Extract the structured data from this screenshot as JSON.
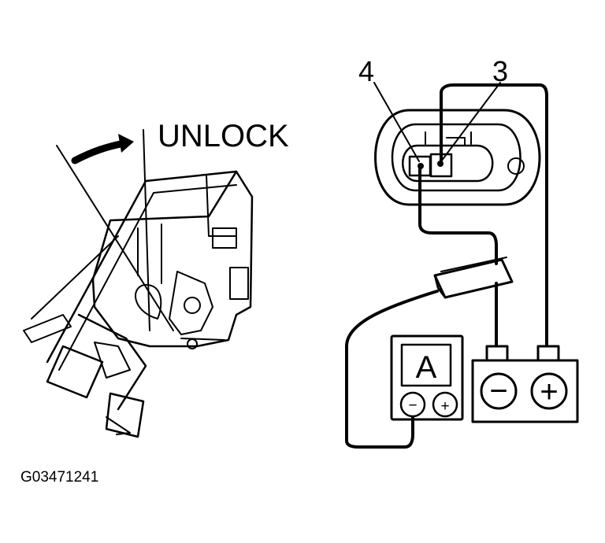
{
  "labels": {
    "unlock": "UNLOCK",
    "terminal_4": "4",
    "terminal_3": "3",
    "ammeter": "A",
    "minus": "−",
    "plus": "+",
    "figure_code": "G03471241"
  },
  "colors": {
    "ink": "#000000",
    "paper": "#ffffff"
  }
}
